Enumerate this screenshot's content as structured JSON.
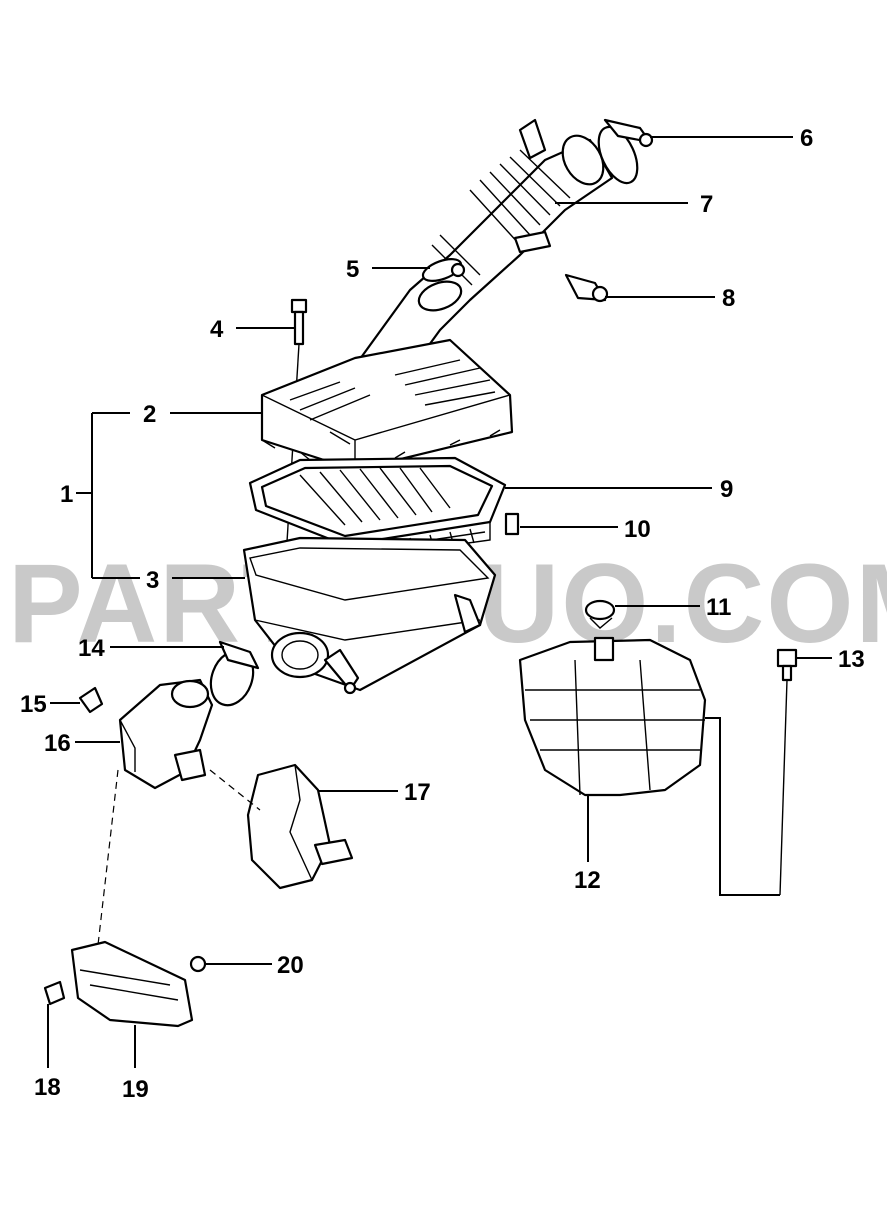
{
  "watermark": "PARTSOUQ.COM",
  "callouts": {
    "c1": "1",
    "c2": "2",
    "c3": "3",
    "c4": "4",
    "c5": "5",
    "c6": "6",
    "c7": "7",
    "c8": "8",
    "c9": "9",
    "c10": "10",
    "c11": "11",
    "c12": "12",
    "c13": "13",
    "c14": "14",
    "c15": "15",
    "c16": "16",
    "c17": "17",
    "c18": "18",
    "c19": "19",
    "c20": "20"
  }
}
